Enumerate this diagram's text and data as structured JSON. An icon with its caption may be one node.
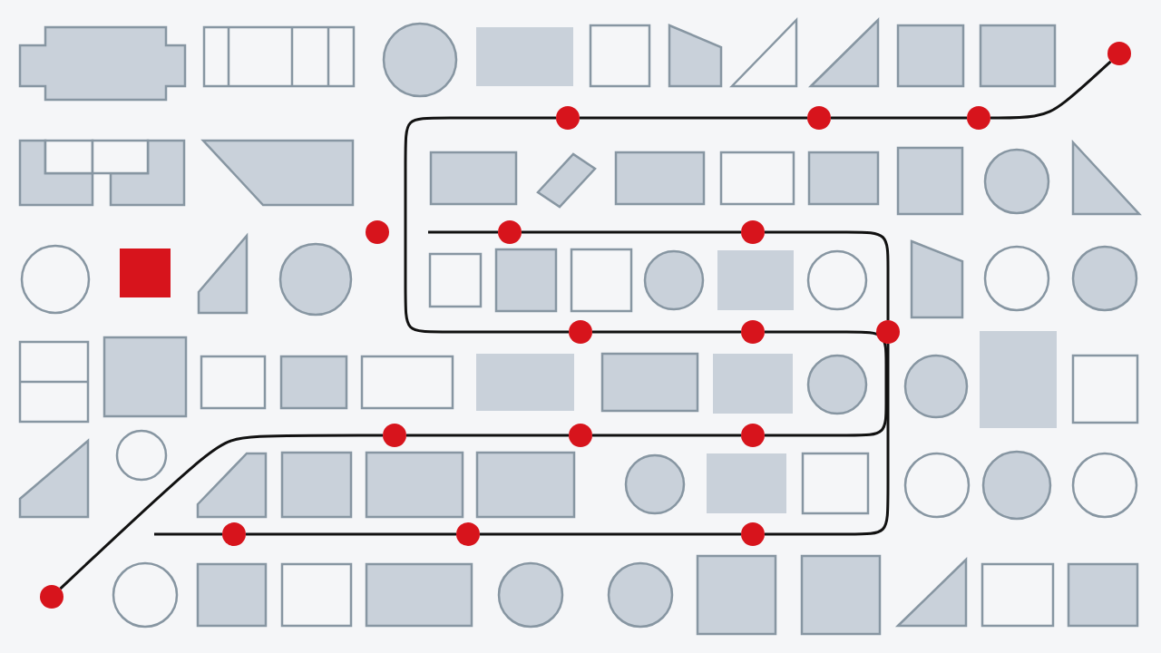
{
  "diagram": {
    "nodes": [
      {
        "text": [],
        "shape": "circle"
      },
      {
        "text": [],
        "shape": "circle"
      },
      {
        "text": [],
        "shape": "circle"
      },
      {
        "text": [],
        "shape": "circle"
      },
      {
        "text": [],
        "shape": "circle"
      },
      {
        "text": [],
        "shape": "circle"
      },
      {
        "text": [],
        "shape": "circle"
      },
      {
        "text": [],
        "shape": "circle"
      },
      {
        "text": [],
        "shape": "circle"
      },
      {
        "text": [],
        "shape": "circle"
      },
      {
        "text": [],
        "shape": "circle"
      },
      {
        "text": [],
        "shape": "circle"
      },
      {
        "text": [],
        "shape": "circle"
      },
      {
        "text": [],
        "shape": "circle"
      },
      {
        "text": [],
        "shape": "circle"
      },
      {
        "text": [],
        "shape": "circle"
      },
      {
        "text": [],
        "shape": "circle"
      },
      {
        "text": [],
        "shape": "block"
      },
      {
        "text": [],
        "shape": "box"
      },
      {
        "text": [],
        "shape": "circle"
      },
      {
        "text": [],
        "shape": "box"
      },
      {
        "text": [],
        "shape": "box"
      },
      {
        "text": [],
        "shape": "trapezoid"
      },
      {
        "text": [],
        "shape": "triangle"
      },
      {
        "text": [],
        "shape": "triangle"
      },
      {
        "text": [],
        "shape": "box"
      },
      {
        "text": [],
        "shape": "box"
      },
      {
        "text": [],
        "shape": "block"
      },
      {
        "text": [],
        "shape": "trapezoid"
      },
      {
        "text": [],
        "shape": "box"
      },
      {
        "text": [],
        "shape": "box"
      },
      {
        "text": [],
        "shape": "box"
      },
      {
        "text": [],
        "shape": "box"
      },
      {
        "text": [],
        "shape": "box"
      },
      {
        "text": [],
        "shape": "box"
      },
      {
        "text": [],
        "shape": "circle"
      },
      {
        "text": [],
        "shape": "triangle"
      },
      {
        "text": [],
        "shape": "circle"
      },
      {
        "text": [],
        "shape": "box"
      },
      {
        "text": [],
        "shape": "trapezoid"
      },
      {
        "text": [],
        "shape": "circle"
      },
      {
        "text": [],
        "shape": "box"
      },
      {
        "text": [],
        "shape": "box"
      },
      {
        "text": [],
        "shape": "box"
      },
      {
        "text": [],
        "shape": "circle"
      },
      {
        "text": [],
        "shape": "box"
      },
      {
        "text": [],
        "shape": "circle"
      },
      {
        "text": [],
        "shape": "trapezoid"
      },
      {
        "text": [],
        "shape": "circle"
      },
      {
        "text": [],
        "shape": "circle"
      },
      {
        "text": [],
        "shape": "box"
      },
      {
        "text": [],
        "shape": "box"
      },
      {
        "text": [],
        "shape": "box"
      },
      {
        "text": [],
        "shape": "box"
      },
      {
        "text": [],
        "shape": "box"
      },
      {
        "text": [],
        "shape": "box"
      },
      {
        "text": [],
        "shape": "box"
      },
      {
        "text": [],
        "shape": "box"
      },
      {
        "text": [],
        "shape": "circle"
      },
      {
        "text": [],
        "shape": "circle"
      },
      {
        "text": [],
        "shape": "box"
      },
      {
        "text": [],
        "shape": "box"
      },
      {
        "text": [],
        "shape": "trapezoid"
      },
      {
        "text": [],
        "shape": "circle"
      },
      {
        "text": [],
        "shape": "polygon"
      },
      {
        "text": [],
        "shape": "box"
      },
      {
        "text": [],
        "shape": "box"
      },
      {
        "text": [],
        "shape": "box"
      },
      {
        "text": [],
        "shape": "circle"
      },
      {
        "text": [],
        "shape": "box"
      },
      {
        "text": [],
        "shape": "box"
      },
      {
        "text": [],
        "shape": "circle"
      },
      {
        "text": [],
        "shape": "circle"
      },
      {
        "text": [],
        "shape": "circle"
      },
      {
        "text": [],
        "shape": "circle"
      },
      {
        "text": [],
        "shape": "box"
      },
      {
        "text": [],
        "shape": "box"
      },
      {
        "text": [],
        "shape": "box"
      },
      {
        "text": [],
        "shape": "circle"
      },
      {
        "text": [],
        "shape": "circle"
      },
      {
        "text": [],
        "shape": "box"
      },
      {
        "text": [],
        "shape": "box"
      },
      {
        "text": [],
        "shape": "triangle"
      },
      {
        "text": [],
        "shape": "box"
      },
      {
        "text": [],
        "shape": "box"
      }
    ],
    "edges": [
      {
        "from": 0,
        "to": 1,
        "arrow": "none"
      },
      {
        "from": 1,
        "to": 2,
        "arrow": "none"
      },
      {
        "from": 2,
        "to": 3,
        "arrow": "none"
      },
      {
        "from": 3,
        "to": 7,
        "arrow": "none"
      },
      {
        "from": 7,
        "to": 8,
        "arrow": "none"
      },
      {
        "from": 8,
        "to": 12,
        "arrow": "none"
      },
      {
        "from": 12,
        "to": 11,
        "arrow": "none"
      },
      {
        "from": 11,
        "to": 10,
        "arrow": "none"
      },
      {
        "from": 10,
        "to": 16,
        "arrow": "none"
      },
      {
        "from": null,
        "to": 5,
        "arrow": "none"
      },
      {
        "from": 5,
        "to": 6,
        "arrow": "none"
      },
      {
        "from": 6,
        "to": 9,
        "arrow": "none"
      },
      {
        "from": 9,
        "to": 15,
        "arrow": "none"
      },
      {
        "from": 15,
        "to": 14,
        "arrow": "none"
      },
      {
        "from": 14,
        "to": 13,
        "arrow": "none"
      },
      {
        "from": 13,
        "to": null,
        "arrow": "none"
      }
    ]
  }
}
